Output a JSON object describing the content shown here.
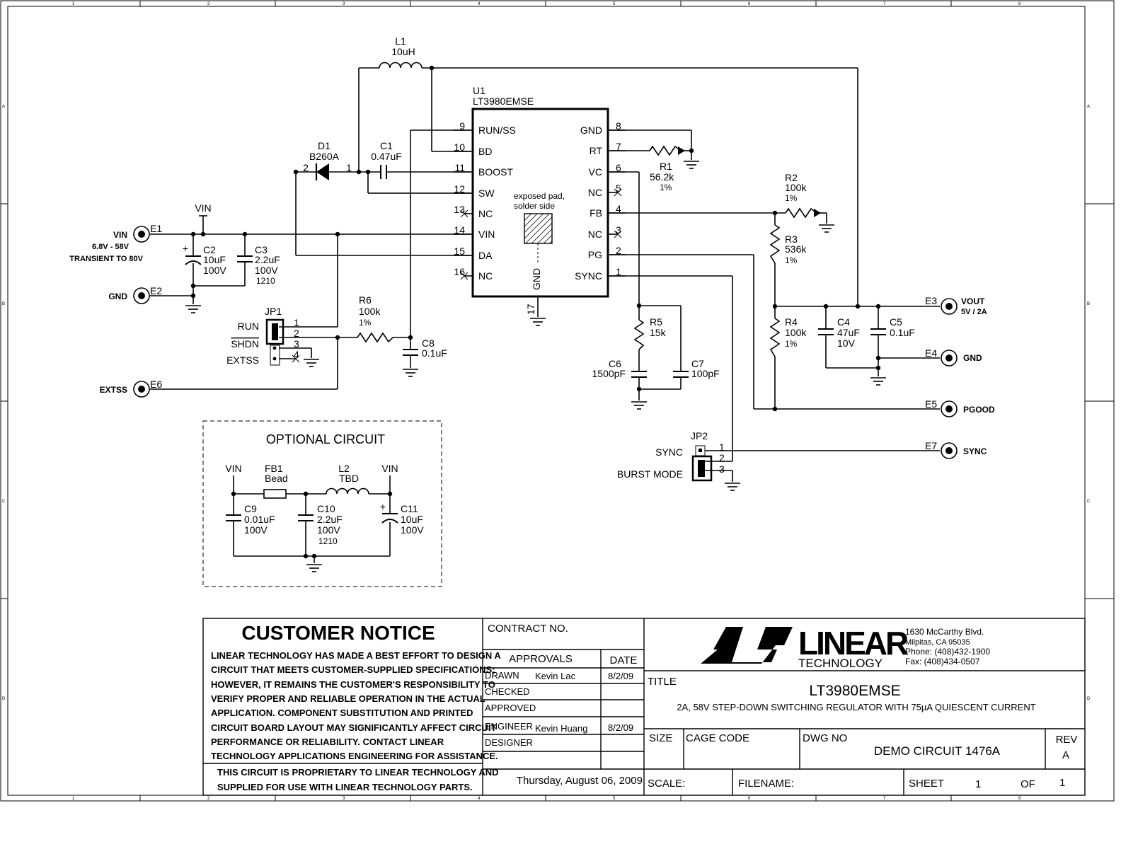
{
  "schematic": {
    "connectors": {
      "e1": {
        "id": "E1",
        "label": "VIN",
        "sub1": "6.8V - 58V",
        "sub2": "TRANSIENT TO 80V"
      },
      "e2": {
        "id": "E2",
        "label": "GND"
      },
      "e3": {
        "id": "E3",
        "label": "VOUT",
        "sub1": "5V / 2A"
      },
      "e4": {
        "id": "E4",
        "label": "GND"
      },
      "e5": {
        "id": "E5",
        "label": "PGOOD"
      },
      "e6": {
        "id": "E6",
        "label": "EXTSS"
      },
      "e7": {
        "id": "E7",
        "label": "SYNC"
      }
    },
    "vin_net": "VIN",
    "ic": {
      "ref": "U1",
      "part": "LT3980EMSE",
      "left_pins": [
        {
          "num": "9",
          "name": "RUN/SS"
        },
        {
          "num": "10",
          "name": "BD"
        },
        {
          "num": "11",
          "name": "BOOST"
        },
        {
          "num": "12",
          "name": "SW"
        },
        {
          "num": "13",
          "name": "NC"
        },
        {
          "num": "14",
          "name": "VIN"
        },
        {
          "num": "15",
          "name": "DA"
        },
        {
          "num": "16",
          "name": "NC"
        }
      ],
      "right_pins": [
        {
          "num": "8",
          "name": "GND"
        },
        {
          "num": "7",
          "name": "RT"
        },
        {
          "num": "6",
          "name": "VC"
        },
        {
          "num": "5",
          "name": "NC"
        },
        {
          "num": "4",
          "name": "FB"
        },
        {
          "num": "3",
          "name": "NC"
        },
        {
          "num": "2",
          "name": "PG"
        },
        {
          "num": "1",
          "name": "SYNC"
        }
      ],
      "pad_note1": "exposed pad,",
      "pad_note2": "solder side",
      "gnd_label": "GND",
      "gnd_pin": "17"
    },
    "components": {
      "l1": {
        "ref": "L1",
        "value": "10uH"
      },
      "d1": {
        "ref": "D1",
        "value": "B260A",
        "pin2": "2",
        "pin1": "1"
      },
      "c1": {
        "ref": "C1",
        "value": "0.47uF"
      },
      "r1": {
        "ref": "R1",
        "value": "56.2k",
        "tol": "1%"
      },
      "r2": {
        "ref": "R2",
        "value": "100k",
        "tol": "1%"
      },
      "r3": {
        "ref": "R3",
        "value": "536k",
        "tol": "1%"
      },
      "r4": {
        "ref": "R4",
        "value": "100k",
        "tol": "1%"
      },
      "r5": {
        "ref": "R5",
        "value": "15k"
      },
      "r6": {
        "ref": "R6",
        "value": "100k",
        "tol": "1%"
      },
      "c2": {
        "ref": "C2",
        "value": "10uF",
        "volt": "100V"
      },
      "c3": {
        "ref": "C3",
        "value": "2.2uF",
        "volt": "100V",
        "pkg": "1210"
      },
      "c4": {
        "ref": "C4",
        "value": "47uF",
        "volt": "10V"
      },
      "c5": {
        "ref": "C5",
        "value": "0.1uF"
      },
      "c6": {
        "ref": "C6",
        "value": "1500pF"
      },
      "c7": {
        "ref": "C7",
        "value": "100pF"
      },
      "c8": {
        "ref": "C8",
        "value": "0.1uF"
      }
    },
    "jp1": {
      "ref": "JP1",
      "labels": [
        "RUN",
        "SHDN",
        "EXTSS"
      ],
      "pins": [
        "1",
        "2",
        "3",
        "4"
      ]
    },
    "jp2": {
      "ref": "JP2",
      "labels": [
        "SYNC",
        "BURST MODE"
      ],
      "pins": [
        "1",
        "2",
        "3"
      ]
    },
    "optional": {
      "title": "OPTIONAL CIRCUIT",
      "vin_left": "VIN",
      "vin_right": "VIN",
      "fb1": {
        "ref": "FB1",
        "value": "Bead"
      },
      "l2": {
        "ref": "L2",
        "value": "TBD"
      },
      "c9": {
        "ref": "C9",
        "value": "0.01uF",
        "volt": "100V"
      },
      "c10": {
        "ref": "C10",
        "value": "2.2uF",
        "volt": "100V",
        "pkg": "1210"
      },
      "c11": {
        "ref": "C11",
        "value": "10uF",
        "volt": "100V"
      }
    }
  },
  "title_block": {
    "notice_heading": "CUSTOMER NOTICE",
    "notice_lines": [
      "LINEAR TECHNOLOGY HAS MADE A BEST EFFORT TO DESIGN A",
      "CIRCUIT THAT MEETS CUSTOMER-SUPPLIED SPECIFICATIONS;",
      "HOWEVER, IT REMAINS THE CUSTOMER'S RESPONSIBILITY TO",
      "VERIFY PROPER AND RELIABLE OPERATION IN THE ACTUAL",
      "APPLICATION.  COMPONENT SUBSTITUTION AND PRINTED",
      "CIRCUIT BOARD LAYOUT MAY SIGNIFICANTLY AFFECT CIRCUIT",
      "PERFORMANCE OR RELIABILITY.  CONTACT LINEAR",
      "TECHNOLOGY APPLICATIONS ENGINEERING FOR ASSISTANCE."
    ],
    "proprietary_lines": [
      "THIS CIRCUIT IS PROPRIETARY TO LINEAR TECHNOLOGY AND",
      "SUPPLIED FOR USE WITH LINEAR TECHNOLOGY PARTS."
    ],
    "contract_label": "CONTRACT NO.",
    "approvals_label": "APPROVALS",
    "date_label": "DATE",
    "rows": [
      {
        "role": "DRAWN",
        "name": "Kevin Lac",
        "date": "8/2/09"
      },
      {
        "role": "CHECKED",
        "name": "",
        "date": ""
      },
      {
        "role": "APPROVED",
        "name": "",
        "date": ""
      },
      {
        "role": "ENGINEER",
        "name": "Kevin Huang",
        "date": "8/2/09"
      },
      {
        "role": "DESIGNER",
        "name": "",
        "date": ""
      }
    ],
    "print_date": "Thursday, August 06, 2009",
    "logo_text": "LINEAR",
    "logo_sub": "TECHNOLOGY",
    "address": [
      "1630 McCarthy Blvd.",
      "Milpitas, CA 95035",
      "Phone: (408)432-1900",
      "Fax: (408)434-0507"
    ],
    "title_label": "TITLE",
    "title": "LT3980EMSE",
    "subtitle": "2A, 58V STEP-DOWN SWITCHING REGULATOR WITH 75µA QUIESCENT CURRENT",
    "size_label": "SIZE",
    "cage_label": "CAGE CODE",
    "dwg_label": "DWG NO",
    "dwg_no": "DEMO CIRCUIT 1476A",
    "rev_label": "REV",
    "rev": "A",
    "scale_label": "SCALE:",
    "filename_label": "FILENAME:",
    "sheet_label": "SHEET",
    "sheet_no": "1",
    "of_label": "OF",
    "sheet_total": "1"
  },
  "border": {
    "cols": [
      "1",
      "2",
      "3",
      "4",
      "5",
      "6",
      "7",
      "8"
    ],
    "rows": [
      "A",
      "B",
      "C",
      "D"
    ]
  }
}
